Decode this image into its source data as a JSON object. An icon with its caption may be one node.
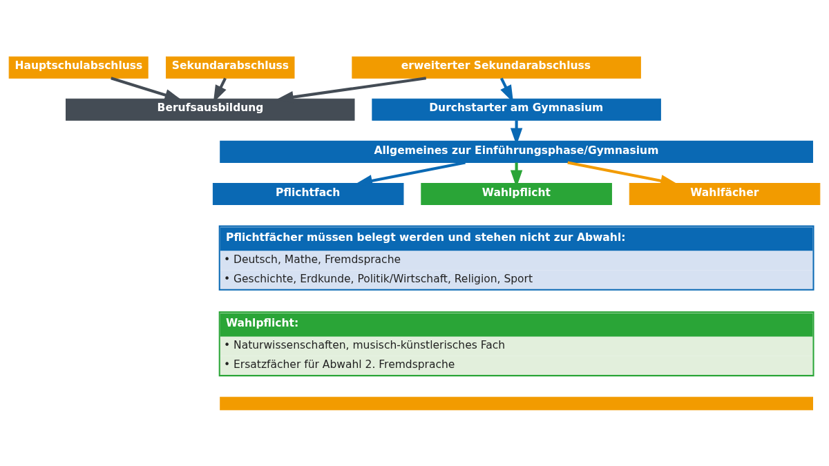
{
  "diagram": {
    "nodes": [
      {
        "text": [
          "Hauptschulabschluss"
        ]
      },
      {
        "text": [
          "Sekundarabschluss"
        ]
      },
      {
        "text": [
          "erweiterter Sekundarabschluss"
        ]
      },
      {
        "text": [
          "Berufsausbildung"
        ]
      },
      {
        "text": [
          "Durchstarter am Gymnasium"
        ]
      },
      {
        "text": [
          "Allgemeines zur Einführungsphase/Gymnasium"
        ]
      },
      {
        "text": [
          "Pflichtfach"
        ]
      },
      {
        "text": [
          "Wahlpflicht"
        ]
      },
      {
        "text": [
          "Wahlfächer"
        ]
      },
      {
        "text": [
          "Pflichtfächer müssen belegt werden und stehen nicht zur Abwahl:",
          "• Deutsch, Mathe, Fremdsprache",
          "• Geschichte, Erdkunde, Politik/Wirtschaft, Religion, Sport"
        ]
      },
      {
        "text": [
          "Wahlpflicht:",
          "• Naturwissenschaften, musisch-künstlerisches Fach",
          "• Ersatzfächer für Abwahl 2. Fremdsprache"
        ]
      },
      {
        "text": [],
        "shape": "box"
      }
    ],
    "edges": [
      {
        "from": 0,
        "to": 3,
        "arrow": "to",
        "color": "#444c55"
      },
      {
        "from": 1,
        "to": 3,
        "arrow": "to",
        "color": "#444c55"
      },
      {
        "from": 2,
        "to": 3,
        "arrow": "to",
        "color": "#444c55"
      },
      {
        "from": 2,
        "to": 4,
        "arrow": "to",
        "color": "#0a69b4"
      },
      {
        "from": 4,
        "to": 5,
        "arrow": "to",
        "color": "#0a69b4"
      },
      {
        "from": 5,
        "to": 6,
        "arrow": "to",
        "color": "#0a69b4"
      },
      {
        "from": 5,
        "to": 7,
        "arrow": "to",
        "color": "#2aa537"
      },
      {
        "from": 5,
        "to": 8,
        "arrow": "to",
        "color": "#f29b00"
      }
    ]
  }
}
